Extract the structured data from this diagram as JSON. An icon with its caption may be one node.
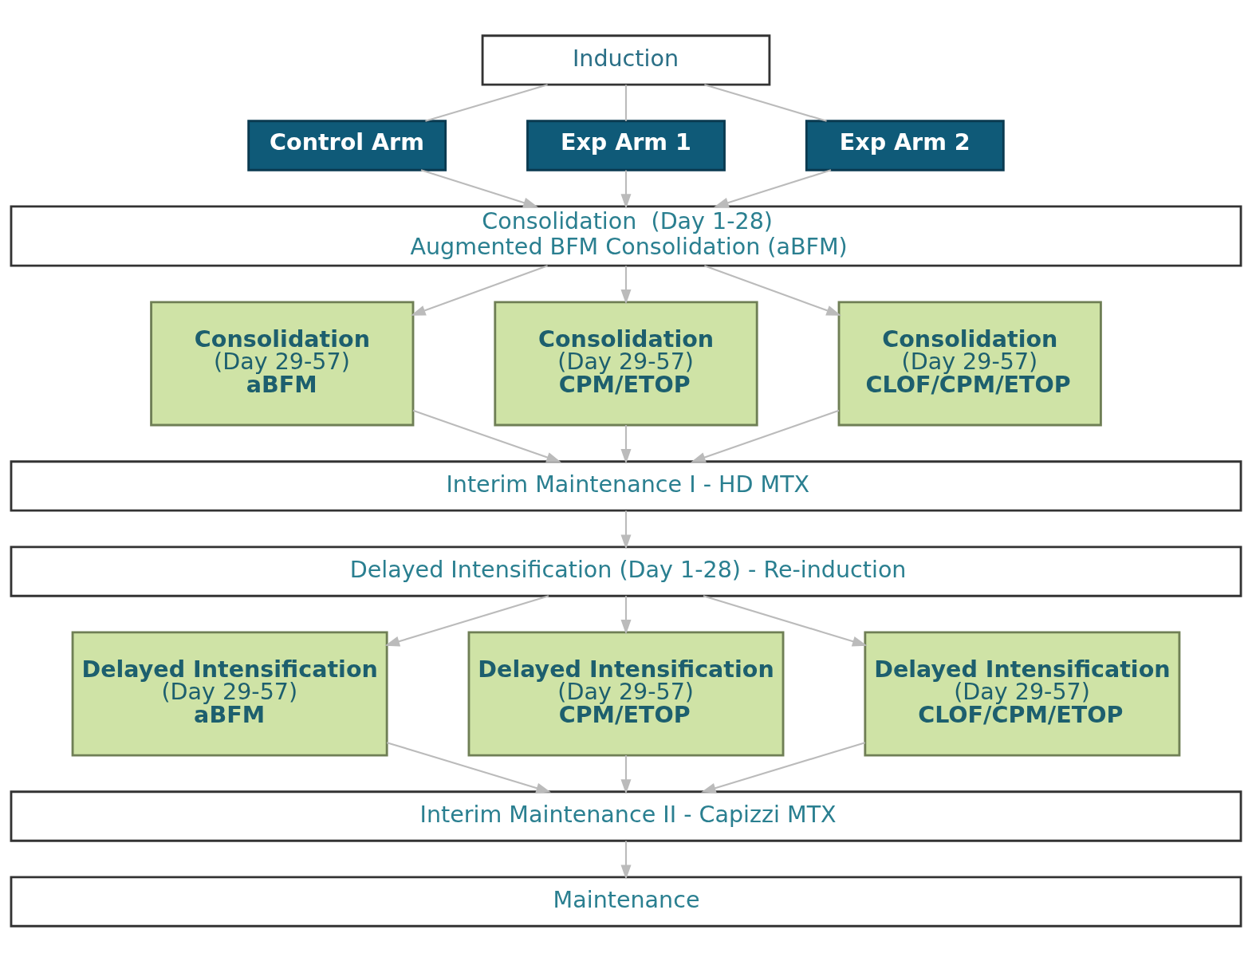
{
  "diagram": {
    "nodes": [
      {
        "text": [
          "Induction"
        ]
      },
      {
        "text": [
          "Control Arm"
        ]
      },
      {
        "text": [
          "Exp Arm 1"
        ]
      },
      {
        "text": [
          "Exp Arm 2"
        ]
      },
      {
        "text": [
          "Consolidation  (Day 1-28)",
          "Augmented BFM Consolidation (aBFM)"
        ]
      },
      {
        "text": [
          "Consolidation",
          "(Day 29-57)",
          "aBFM"
        ]
      },
      {
        "text": [
          "Consolidation",
          "(Day 29-57)",
          "CPM/ETOP"
        ]
      },
      {
        "text": [
          "Consolidation",
          "(Day 29-57)",
          "CLOF/CPM/ETOP"
        ]
      },
      {
        "text": [
          "Interim Maintenance I - HD MTX"
        ]
      },
      {
        "text": [
          "Delayed Intensification (Day 1-28) - Re-induction"
        ]
      },
      {
        "text": [
          "Delayed Intensification",
          "(Day 29-57)",
          "aBFM"
        ]
      },
      {
        "text": [
          "Delayed Intensification",
          "(Day 29-57)",
          "CPM/ETOP"
        ]
      },
      {
        "text": [
          "Delayed Intensification",
          "(Day 29-57)",
          "CLOF/CPM/ETOP"
        ]
      },
      {
        "text": [
          "Interim Maintenance II - Capizzi MTX"
        ]
      },
      {
        "text": [
          "Maintenance"
        ]
      }
    ],
    "edges": [
      {
        "from": 0,
        "to": 1,
        "arrow": "none"
      },
      {
        "from": 0,
        "to": 2,
        "arrow": "none"
      },
      {
        "from": 0,
        "to": 3,
        "arrow": "none"
      },
      {
        "from": 1,
        "to": 4,
        "arrow": "to"
      },
      {
        "from": 2,
        "to": 4,
        "arrow": "to"
      },
      {
        "from": 3,
        "to": 4,
        "arrow": "to"
      },
      {
        "from": 4,
        "to": 5,
        "arrow": "to"
      },
      {
        "from": 4,
        "to": 6,
        "arrow": "to"
      },
      {
        "from": 4,
        "to": 7,
        "arrow": "to"
      },
      {
        "from": 5,
        "to": 8,
        "arrow": "to"
      },
      {
        "from": 6,
        "to": 8,
        "arrow": "to"
      },
      {
        "from": 7,
        "to": 8,
        "arrow": "to"
      },
      {
        "from": 8,
        "to": 9,
        "arrow": "to"
      },
      {
        "from": 9,
        "to": 10,
        "arrow": "to"
      },
      {
        "from": 9,
        "to": 11,
        "arrow": "to"
      },
      {
        "from": 9,
        "to": 12,
        "arrow": "to"
      },
      {
        "from": 10,
        "to": 13,
        "arrow": "to"
      },
      {
        "from": 11,
        "to": 13,
        "arrow": "to"
      },
      {
        "from": 12,
        "to": 13,
        "arrow": "to"
      },
      {
        "from": 13,
        "to": 14,
        "arrow": "to"
      }
    ]
  }
}
